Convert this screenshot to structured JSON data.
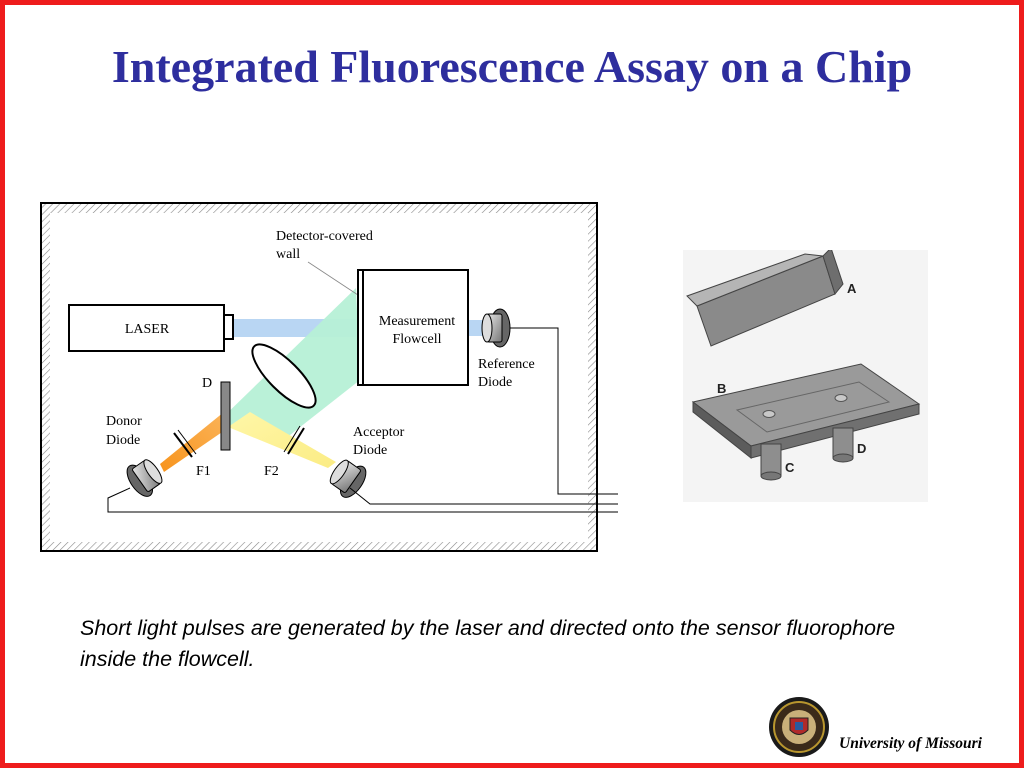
{
  "slide": {
    "title": "Integrated Fluorescence Assay on a Chip",
    "caption": "Short light pulses are generated by the laser and directed onto the sensor fluorophore inside the flowcell.",
    "footer": "University of Missouri",
    "border_color": "#ee1c1c",
    "title_color": "#2e2e9e"
  },
  "diagram": {
    "laser": "LASER",
    "detector_wall": [
      "Detector-covered",
      "wall"
    ],
    "flowcell": [
      "Measurement",
      "Flowcell"
    ],
    "reference_diode": [
      "Reference",
      "Diode"
    ],
    "d_label": "D",
    "donor_diode": [
      "Donor",
      "Diode"
    ],
    "acceptor_diode": [
      "Acceptor",
      "Diode"
    ],
    "f1": "F1",
    "f2": "F2",
    "colors": {
      "laser_beam": "#b9d6f3",
      "fluorescence": "#b6f0d6",
      "donor_beam": "#f7941d",
      "acceptor_beam": "#fff7a8"
    }
  },
  "chip_figure": {
    "labels": [
      "A",
      "B",
      "C",
      "D"
    ]
  },
  "logo": {
    "icon": "university-seal-icon"
  }
}
